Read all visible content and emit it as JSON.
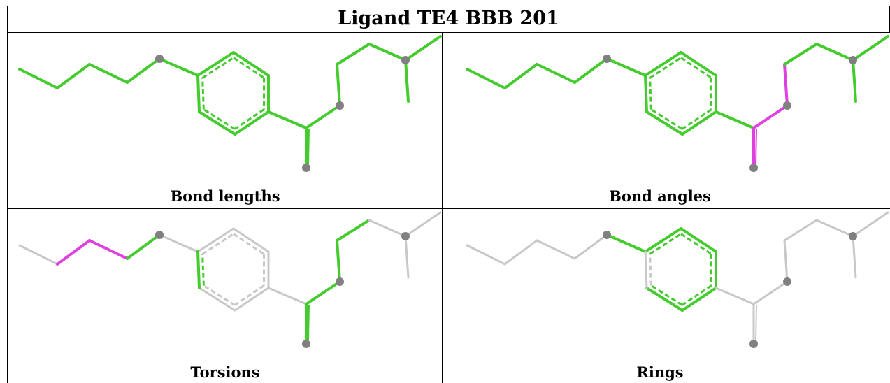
{
  "title": "Ligand TE4 BBB 201",
  "panels": [
    {
      "caption": "Bond lengths",
      "bonds": [
        "g",
        "g",
        "g",
        "g",
        "g",
        "g",
        "g",
        "g",
        "g",
        "g",
        "g",
        "g",
        "g",
        "g",
        "g",
        "g",
        "g",
        "g"
      ]
    },
    {
      "caption": "Bond angles",
      "bonds": [
        "g",
        "g",
        "g",
        "g",
        "g",
        "g",
        "g",
        "g",
        "g",
        "g",
        "g",
        "g",
        "m",
        "m",
        "m",
        "g",
        "g",
        "g"
      ]
    },
    {
      "caption": "Torsions",
      "bonds": [
        "s",
        "m",
        "m",
        "g",
        "s",
        "s",
        "s",
        "s",
        "s",
        "s",
        "g",
        "s",
        "g",
        "g",
        "g",
        "g",
        "s",
        "s"
      ]
    },
    {
      "caption": "Rings",
      "bonds": [
        "s",
        "s",
        "s",
        "s",
        "g",
        "g",
        "g",
        "g",
        "g",
        "g",
        "s",
        "s",
        "s",
        "s",
        "s",
        "s",
        "s",
        "s"
      ]
    }
  ],
  "colors": {
    "green": "#44cc2e",
    "magenta": "#e040e0",
    "silver": "#c8c8c8",
    "atom": "#808080"
  }
}
